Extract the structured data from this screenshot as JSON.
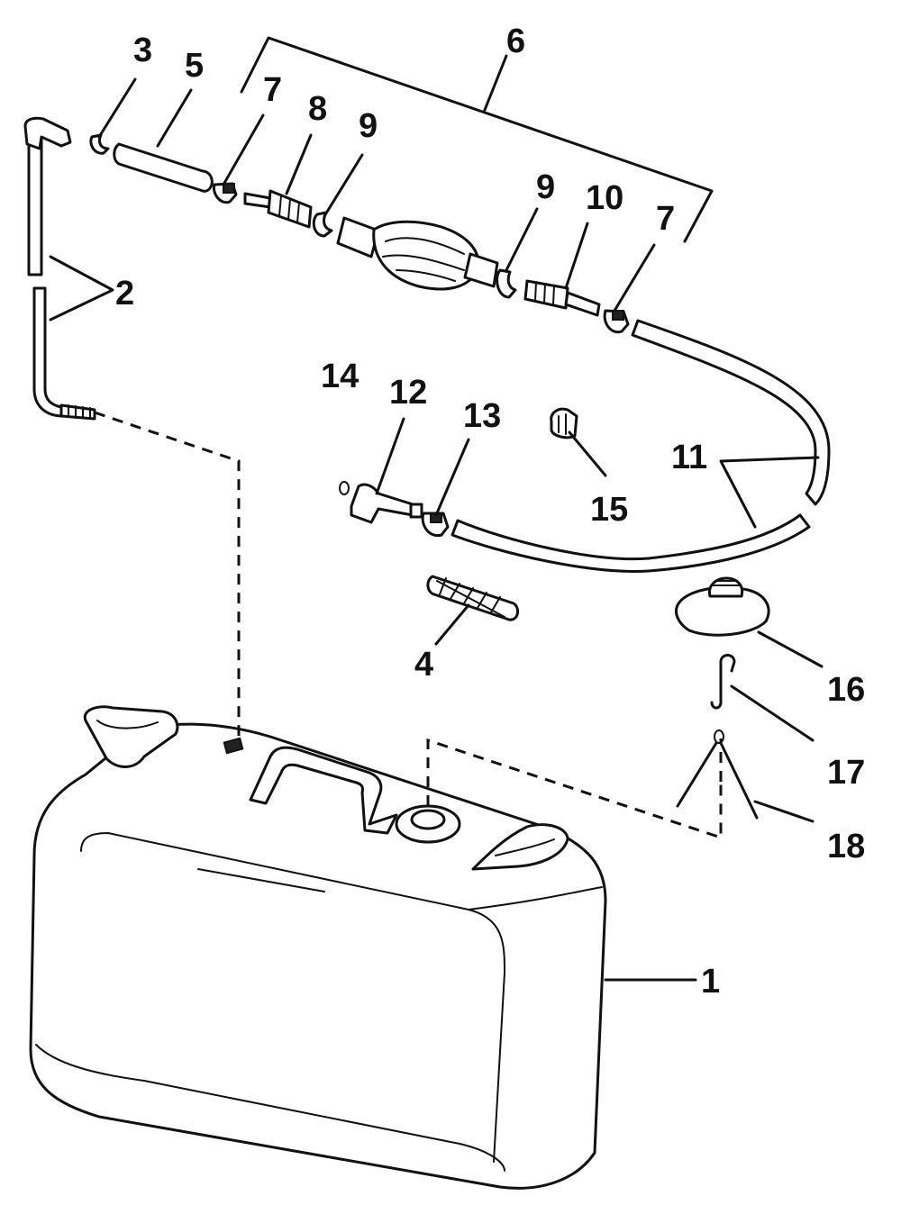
{
  "labels": {
    "l1": "1",
    "l2": "2",
    "l3": "3",
    "l4": "4",
    "l5": "5",
    "l6": "6",
    "l7a": "7",
    "l7b": "7",
    "l8": "8",
    "l9a": "9",
    "l9b": "9",
    "l10": "10",
    "l11": "11",
    "l12": "12",
    "l13": "13",
    "l14": "14",
    "l15": "15",
    "l16": "16",
    "l17": "17",
    "l18": "18"
  }
}
